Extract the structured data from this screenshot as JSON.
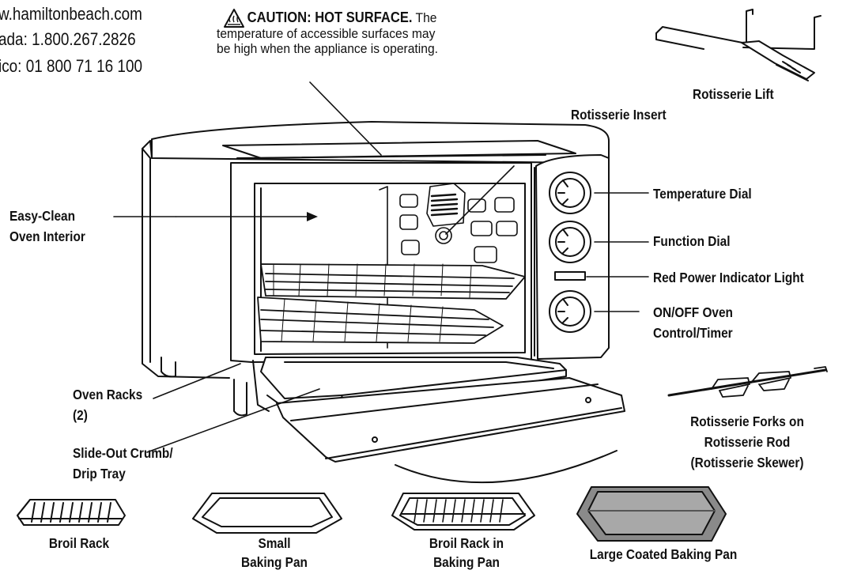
{
  "contact": {
    "line1": "w.hamiltonbeach.com",
    "line2": "ada: 1.800.267.2826",
    "line3": "ico: 01 800 71 16 100"
  },
  "caution": {
    "heading": "CAUTION: HOT SURFACE.",
    "lead": " The",
    "line2": "temperature of accessible surfaces may",
    "line3": "be high when the appliance is operating."
  },
  "labels": {
    "rotisserie_lift": "Rotisserie Lift",
    "rotisserie_insert": "Rotisserie Insert",
    "temperature_dial": "Temperature Dial",
    "function_dial": "Function Dial",
    "power_light": "Red Power Indicator Light",
    "timer_1": "ON/OFF Oven",
    "timer_2": "Control/Timer",
    "interior_1": "Easy-Clean",
    "interior_2": "Oven Interior",
    "racks_1": "Oven Racks",
    "racks_2": "(2)",
    "tray_1": "Slide-Out Crumb/",
    "tray_2": "Drip Tray",
    "forks_1": "Rotisserie Forks on",
    "forks_2": "Rotisserie Rod",
    "forks_3": "(Rotisserie Skewer)",
    "broil_rack": "Broil Rack",
    "small_pan_1": "Small",
    "small_pan_2": "Baking Pan",
    "rack_in_pan_1": "Broil Rack in",
    "rack_in_pan_2": "Baking Pan",
    "large_pan": "Large Coated Baking Pan"
  },
  "colors": {
    "ink": "#111111",
    "pan_fill": "#8a8a8a"
  }
}
